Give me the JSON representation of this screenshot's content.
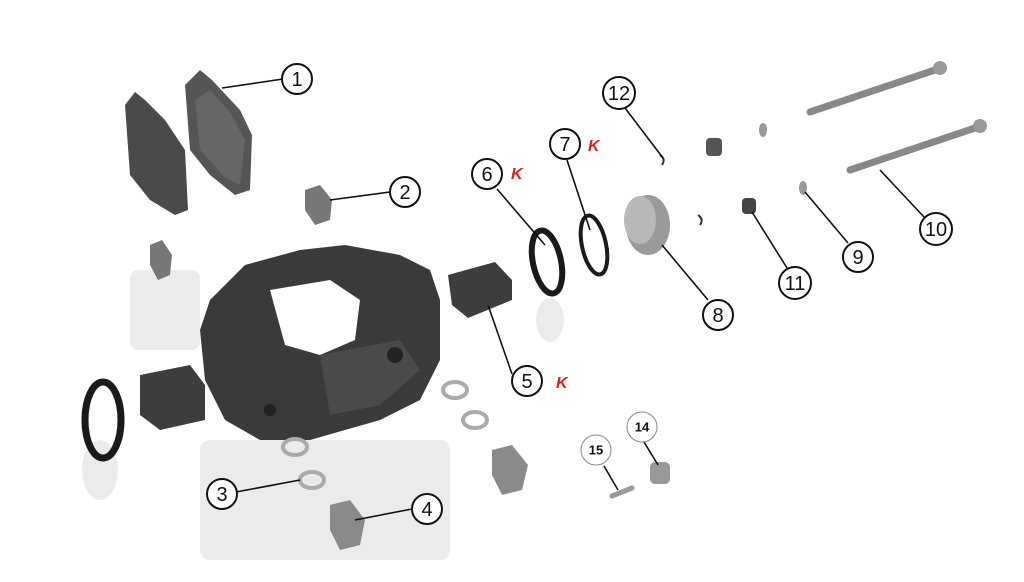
{
  "diagram": {
    "type": "exploded-parts-view",
    "accent_color": "#e0201a",
    "part_color": "#3c3c3c",
    "callouts": [
      {
        "id": "1",
        "label": "1"
      },
      {
        "id": "2",
        "label": "2"
      },
      {
        "id": "3",
        "label": "3"
      },
      {
        "id": "4",
        "label": "4"
      },
      {
        "id": "5",
        "label": "5",
        "marker": "K"
      },
      {
        "id": "6",
        "label": "6",
        "marker": "K"
      },
      {
        "id": "7",
        "label": "7",
        "marker": "K"
      },
      {
        "id": "8",
        "label": "8"
      },
      {
        "id": "9",
        "label": "9"
      },
      {
        "id": "10",
        "label": "10"
      },
      {
        "id": "11",
        "label": "11"
      },
      {
        "id": "12",
        "label": "12"
      },
      {
        "id": "14",
        "label": "14"
      },
      {
        "id": "15",
        "label": "15"
      }
    ]
  }
}
